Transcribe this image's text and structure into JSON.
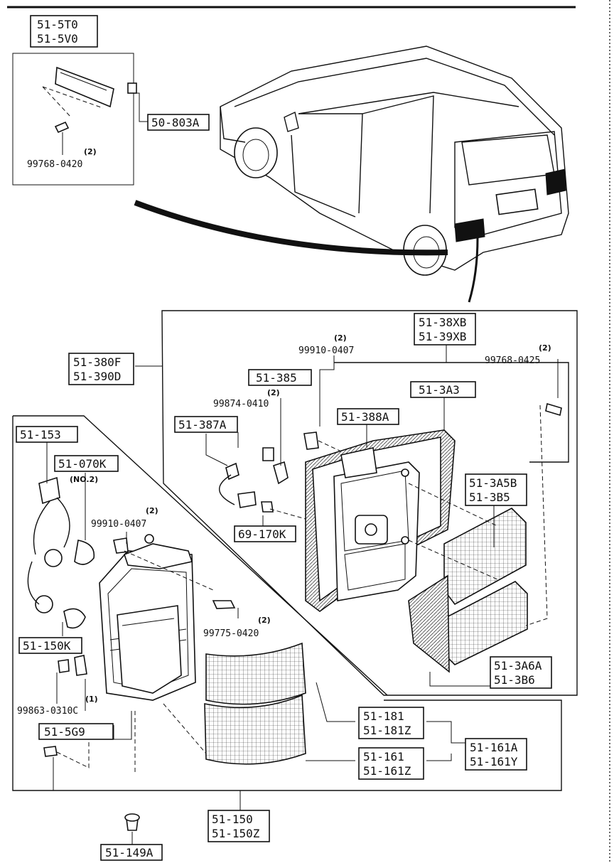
{
  "labels": {
    "l_51_5T0": "51-5T0",
    "l_51_5V0": "51-5V0",
    "l_50_803A": "50-803A",
    "l_99768_0420": "99768-0420",
    "l_51_38XB": "51-38XB",
    "l_51_39XB": "51-39XB",
    "l_99910_0407a": "99910-0407",
    "l_99768_0425": "99768-0425",
    "l_51_380F": "51-380F",
    "l_51_390D": "51-390D",
    "l_51_385": "51-385",
    "l_99874_0410": "99874-0410",
    "l_51_3A3": "51-3A3",
    "l_51_387A": "51-387A",
    "l_51_388A": "51-388A",
    "l_51_153": "51-153",
    "l_51_070K": "51-070K",
    "l_no2": "(NO.2)",
    "l_51_3A5B": "51-3A5B",
    "l_51_3B5": "51-3B5",
    "l_99910_0407b": "99910-0407",
    "l_69_170K": "69-170K",
    "l_99775_0420": "99775-0420",
    "l_51_150K": "51-150K",
    "l_51_3A6A": "51-3A6A",
    "l_51_3B6": "51-3B6",
    "l_99863_0310C": "99863-0310C",
    "l_51_181": "51-181",
    "l_51_181Z": "51-181Z",
    "l_51_5G9": "51-5G9",
    "l_51_161": "51-161",
    "l_51_161Z": "51-161Z",
    "l_51_161A": "51-161A",
    "l_51_161Y": "51-161Y",
    "l_51_150": "51-150",
    "l_51_150Z": "51-150Z",
    "l_51_149A": "51-149A"
  },
  "quantities": {
    "q_99768_0420": "(2)",
    "q_99910_0407a": "(2)",
    "q_99768_0425": "(2)",
    "q_99874_0410": "(2)",
    "q_99910_0407b": "(2)",
    "q_99775_0420": "(2)",
    "q_99863_0310C": "(1)"
  }
}
